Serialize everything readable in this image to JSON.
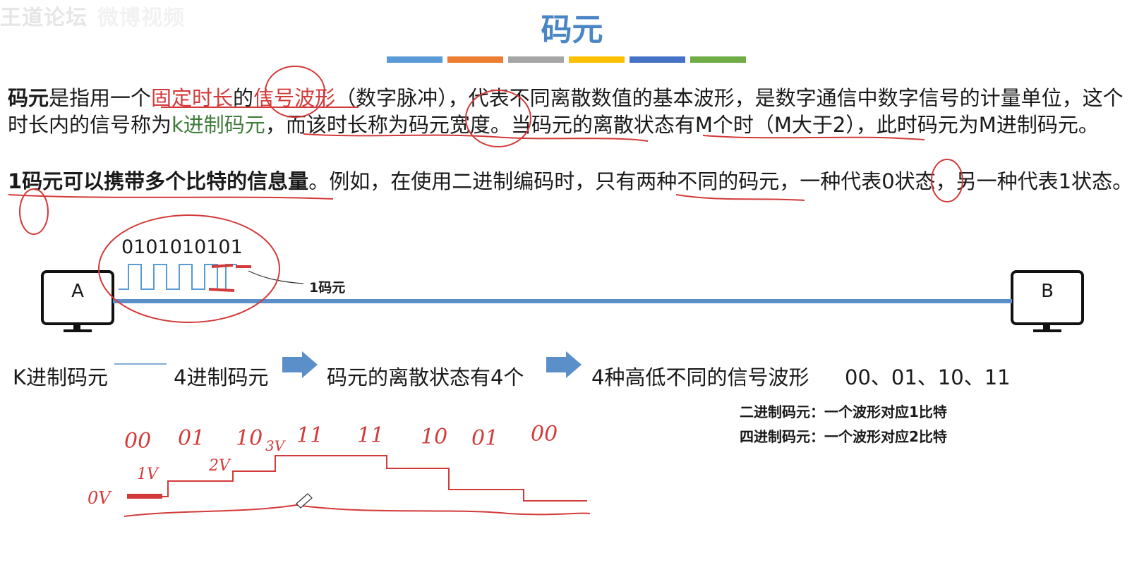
{
  "watermark": {
    "text": "王道论坛",
    "ghost": "微博视频"
  },
  "title": "码元",
  "colors": {
    "accent_blue": "#4a86c6",
    "bar": [
      "#5b9bd5",
      "#ed7d31",
      "#a5a5a5",
      "#ffc000",
      "#4472c4",
      "#70ad47"
    ],
    "annotation_red": "#d33a3a",
    "line_blue": "#5b8fc9"
  },
  "para1": {
    "term": "码元",
    "t1": "是指用一个",
    "h1": "固定时长",
    "t2": "的",
    "h2": "信号波形",
    "t3": "（数字脉冲），代表不同离散数值的基本波形，是数字通信中数字信号的计量单位，这个时长内的信号称为",
    "h3": "k进制码元",
    "t4": "，而该时长称为码元宽度。当码元的离散状态有M个时（M大于2），此时码元为M进制码元。"
  },
  "para2": {
    "bold": "1码元可以携带多个比特的信息量",
    "text": "。例如，在使用二进制编码时，只有两种不同的码元，一种代表0状态，另一种代表1状态。"
  },
  "diagram": {
    "bits": "0101010101",
    "label_1symbol": "1码元",
    "node_a": "A",
    "node_b": "B"
  },
  "flow": {
    "k": "K进制码元",
    "four": "4进制码元",
    "states": "码元的离散状态有4个",
    "waves": "4种高低不同的信号波形",
    "codes": "00、01、10、11"
  },
  "notes": {
    "binary": "二进制码元：一个波形对应1比特",
    "quaternary": "四进制码元：一个波形对应2比特"
  },
  "handwriting": {
    "labels": [
      "00",
      "01",
      "10",
      "11",
      "11",
      "10",
      "01",
      "00"
    ],
    "voltages": [
      "0V",
      "1V",
      "2V",
      "3V"
    ]
  }
}
